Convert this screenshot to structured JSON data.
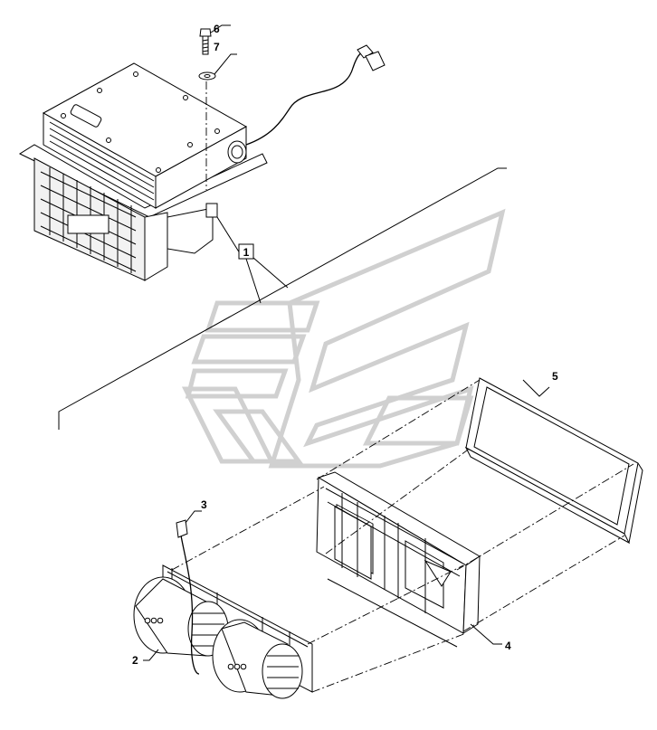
{
  "callouts": {
    "c1": "1",
    "c2": "2",
    "c3": "3",
    "c4": "4",
    "c5": "5",
    "c6": "6",
    "c7": "7"
  },
  "colors": {
    "line": "#000000",
    "watermark": "#d0d0d0",
    "background": "#ffffff"
  }
}
